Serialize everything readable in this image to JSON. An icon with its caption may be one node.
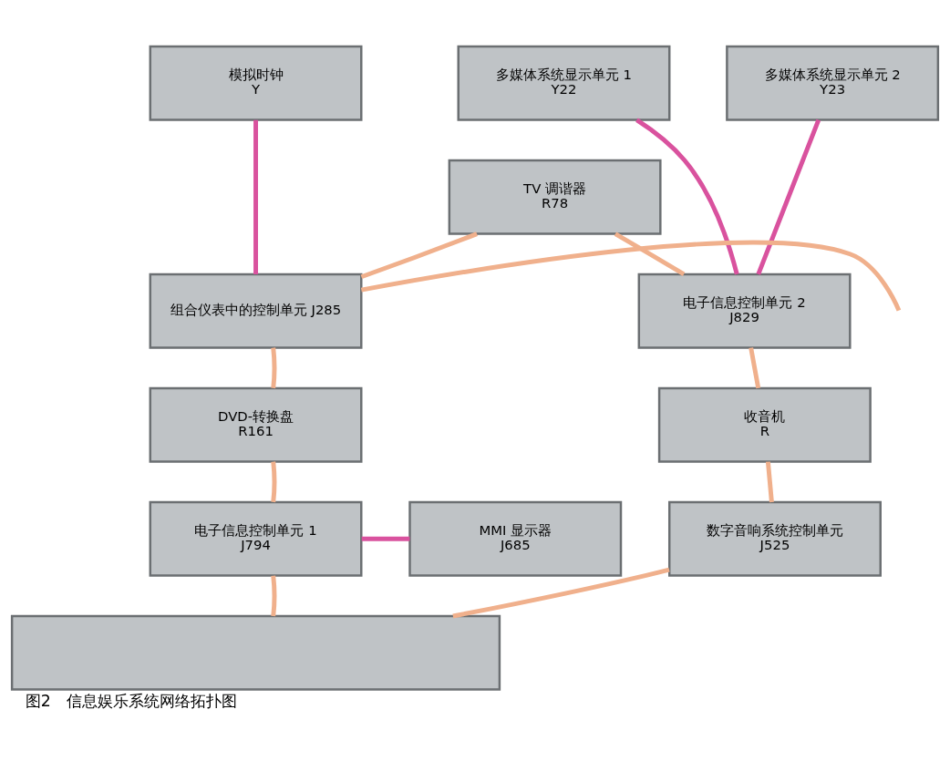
{
  "diagram": {
    "caption": "图2　信息娱乐系统网络拓扑图",
    "nodes": [
      {
        "text": [
          "模拟时钟",
          "Y"
        ]
      },
      {
        "text": [
          "多媒体系统显示单元 1",
          "Y22"
        ]
      },
      {
        "text": [
          "多媒体系统显示单元 2",
          "Y23"
        ]
      },
      {
        "text": [
          "TV 调谐器",
          "R78"
        ]
      },
      {
        "text": [
          "组合仪表中的控制单元 J285"
        ]
      },
      {
        "text": [
          "电子信息控制单元 2",
          "J829"
        ]
      },
      {
        "text": [
          "DVD-转换盘",
          "R161"
        ]
      },
      {
        "text": [
          "收音机",
          "R"
        ]
      },
      {
        "text": [
          "电子信息控制单元 1",
          "J794"
        ]
      },
      {
        "text": [
          "MMI 显示器",
          "J685"
        ]
      },
      {
        "text": [
          "数字音响系统控制单元",
          "J525"
        ]
      },
      {
        "text": [],
        "shape": "box"
      }
    ],
    "edges": [
      {
        "from": 0,
        "to": 4,
        "arrow": "none",
        "color": "#d9529e"
      },
      {
        "from": 1,
        "to": 5,
        "arrow": "none",
        "color": "#d9529e"
      },
      {
        "from": 2,
        "to": 5,
        "arrow": "none",
        "color": "#d9529e"
      },
      {
        "from": 4,
        "to": 3,
        "arrow": "none"
      },
      {
        "from": 3,
        "to": 5,
        "arrow": "none"
      },
      {
        "from": 5,
        "to": 7,
        "arrow": "none"
      },
      {
        "from": 7,
        "to": 10,
        "arrow": "none"
      },
      {
        "from": 10,
        "to": 11,
        "arrow": "none"
      },
      {
        "from": 11,
        "to": 8,
        "arrow": "none"
      },
      {
        "from": 8,
        "to": 6,
        "arrow": "none"
      },
      {
        "from": 6,
        "to": 4,
        "arrow": "none"
      },
      {
        "from": 8,
        "to": 9,
        "arrow": "none",
        "color": "#d9529e"
      },
      {
        "from": null,
        "to": 4,
        "arrow": "none"
      }
    ]
  }
}
